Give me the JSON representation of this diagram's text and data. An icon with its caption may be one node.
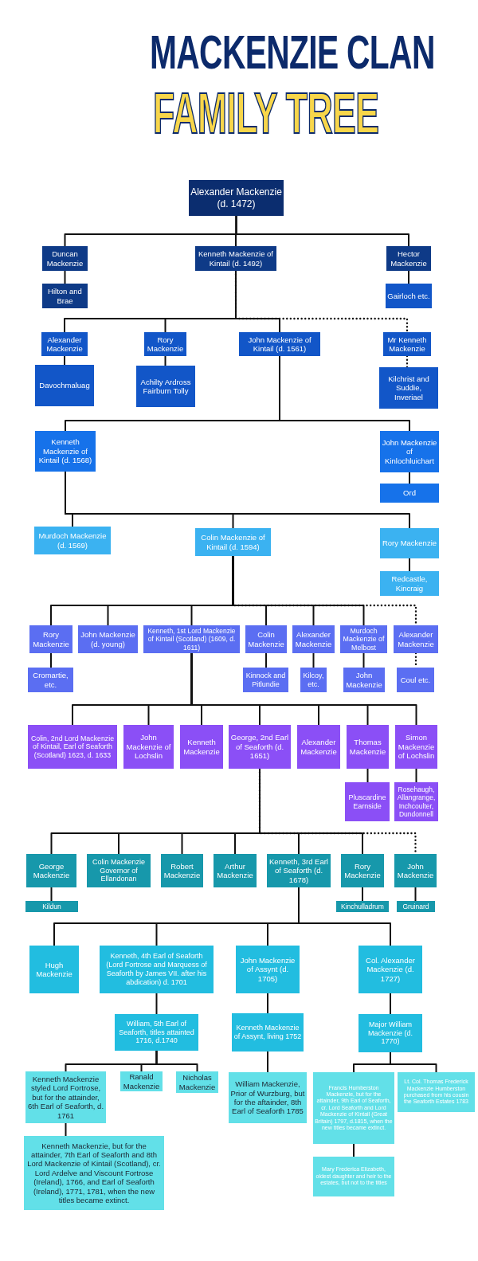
{
  "diagram": {
    "title": "MACKENZIE CLAN",
    "nodes": [
      {
        "text": [
          "Alexander Mackenzie (d. 1472)"
        ]
      },
      {
        "text": [
          "Duncan Mackenzie"
        ]
      },
      {
        "text": [
          "Hilton and Brae"
        ]
      },
      {
        "text": [
          "Kenneth Mackenzie of Kintail (d. 1492)"
        ]
      },
      {
        "text": [
          "Hector Mackenzie"
        ]
      },
      {
        "text": [
          "Gairloch etc."
        ]
      },
      {
        "text": [
          "Alexander Mackenzie"
        ]
      },
      {
        "text": [
          "Davochmaluag"
        ]
      },
      {
        "text": [
          "Rory Mackenzie"
        ]
      },
      {
        "text": [
          "Achilty Ardross Fairburn Tolly"
        ]
      },
      {
        "text": [
          "John Mackenzie of Kintail (d. 1561)"
        ]
      },
      {
        "text": [
          "Mr Kenneth Mackenzie"
        ]
      },
      {
        "text": [
          "Kilchrist and Suddie, Inveriael"
        ]
      },
      {
        "text": [
          "Kenneth Mackenzie of Kintail (d. 1568)"
        ]
      },
      {
        "text": [
          "John Mackenzie of Kinlochluichart"
        ]
      },
      {
        "text": [
          "Ord"
        ]
      },
      {
        "text": [
          "Murdoch Mackenzie (d. 1569)"
        ]
      },
      {
        "text": [
          "Colin Mackenzie of Kintail (d. 1594)"
        ]
      },
      {
        "text": [
          "Rory Mackenzie"
        ]
      },
      {
        "text": [
          "Redcastle, Kincraig"
        ]
      },
      {
        "text": [
          "Rory Mackenzie"
        ]
      },
      {
        "text": [
          "John Mackenzie (d. young)"
        ]
      },
      {
        "text": [
          "Kenneth, 1st Lord Mackenzie of Kintail (Scotland) (1609, d. 1611)"
        ]
      },
      {
        "text": [
          "Colin Mackenzie"
        ]
      },
      {
        "text": [
          "Alexander Mackenzie"
        ]
      },
      {
        "text": [
          "Murdoch Mackenzie of Melbost"
        ]
      },
      {
        "text": [
          "Alexander Mackenzie"
        ]
      },
      {
        "text": [
          "Cromartie, etc."
        ]
      },
      {
        "text": [
          "Kinnock and Pitlundie"
        ]
      },
      {
        "text": [
          "Kilcoy, etc."
        ]
      },
      {
        "text": [
          "John Mackenzie"
        ]
      },
      {
        "text": [
          "Coul etc."
        ]
      },
      {
        "text": [
          "Colin, 2nd Lord Mackenzie of Kintail, Earl of Seaforth (Scotland) 1623, d. 1633"
        ]
      },
      {
        "text": [
          "John Mackenzie of Lochslin"
        ]
      },
      {
        "text": [
          "Kenneth Mackenzie"
        ]
      },
      {
        "text": [
          "George, 2nd Earl of Seaforth (d. 1651)"
        ]
      },
      {
        "text": [
          "Alexander Mackenzie"
        ]
      },
      {
        "text": [
          "Thomas Mackenzie"
        ]
      },
      {
        "text": [
          "Simon Mackenzie of Lochslin"
        ]
      },
      {
        "text": [
          "Pluscardine Earnside"
        ]
      },
      {
        "text": [
          "Rosehaugh, Allangrange, Inchcoulter, Dundonnell"
        ]
      },
      {
        "text": [
          "George Mackenzie"
        ]
      },
      {
        "text": [
          "Colin Mackenzie Governor of Ellandonan"
        ]
      },
      {
        "text": [
          "Robert Mackenzie"
        ]
      },
      {
        "text": [
          "Arthur Mackenzie"
        ]
      },
      {
        "text": [
          "Kenneth, 3rd Earl of Seaforth (d. 1678)"
        ]
      },
      {
        "text": [
          "Rory Mackenzie"
        ]
      },
      {
        "text": [
          "John Mackenzie"
        ]
      },
      {
        "text": [
          "Kildun"
        ]
      },
      {
        "text": [
          "Kinchulladrum"
        ]
      },
      {
        "text": [
          "Gruinard"
        ]
      },
      {
        "text": [
          "Hugh Mackenzie"
        ]
      },
      {
        "text": [
          "Kenneth, 4th Earl of Seaforth (Lord Fortrose and Marquess of Seaforth by James VII. after his abdication) d. 1701"
        ]
      },
      {
        "text": [
          "John Mackenzie of Assynt (d. 1705)"
        ]
      },
      {
        "text": [
          "Col. Alexander Mackenzie (d. 1727)"
        ]
      },
      {
        "text": [
          "William, 5th Earl of Seaforth, titles attainted 1716, d.1740"
        ]
      },
      {
        "text": [
          "Kenneth Mackenzie of Assynt, living 1752"
        ]
      },
      {
        "text": [
          "Major William Mackenzie (d. 1770)"
        ]
      },
      {
        "text": [
          "Kenneth Mackenzie styled Lord Fortrose, but for the attainder, 6th Earl of Seaforth, d. 1761"
        ]
      },
      {
        "text": [
          "Ranald Mackenzie"
        ]
      },
      {
        "text": [
          "Nicholas Mackenzie"
        ]
      },
      {
        "text": [
          "William Mackenzie, Prior of Wurzburg, but for the aftainder, 8th Earl of Seaforth 1785"
        ]
      },
      {
        "text": [
          "Francis Humberston Mackenzie, but for the attainder, 9th Earl of Seaforth, cr. Lord Seaforth and Lord Mackenzie of Kintail (Great Britain) 1797, d.1815, when the new titles became extinct."
        ]
      },
      {
        "text": [
          "Lt. Col. Thomas Frederick Mackenzie Humberston purchased from his cousin the Seaforth Estates 1783"
        ]
      },
      {
        "text": [
          "Mary Frederica Elizabeth, oldest daughter and heir to the estates, but not to the titles"
        ]
      },
      {
        "text": [
          "Kenneth Mackenzie, but for the attainder, 7th Earl of Seaforth and 8th Lord Mackenzie of Kintail (Scotland), cr. Lord Ardelve and Viscount Fortrose (Ireland), 1766, and Earl of Seaforth (Ireland), 1771, 1781, when the new titles became extinct."
        ]
      }
    ],
    "edges": [
      {
        "from": 0,
        "to": 1,
        "arrow": "none"
      },
      {
        "from": 0,
        "to": 3,
        "arrow": "none"
      },
      {
        "from": 0,
        "to": 4,
        "arrow": "none"
      },
      {
        "from": 1,
        "to": 2,
        "arrow": "none"
      },
      {
        "from": 4,
        "to": 5,
        "arrow": "none"
      },
      {
        "from": 3,
        "to": 6,
        "arrow": "none"
      },
      {
        "from": 3,
        "to": 8,
        "arrow": "none"
      },
      {
        "from": 3,
        "to": 10,
        "arrow": "none"
      },
      {
        "from": 3,
        "to": 11,
        "arrow": "none",
        "style": "dashed"
      },
      {
        "from": 6,
        "to": 7,
        "arrow": "none"
      },
      {
        "from": 8,
        "to": 9,
        "arrow": "none"
      },
      {
        "from": 11,
        "to": 12,
        "arrow": "none",
        "style": "dashed"
      },
      {
        "from": 10,
        "to": 13,
        "arrow": "none"
      },
      {
        "from": 10,
        "to": 14,
        "arrow": "none"
      },
      {
        "from": 14,
        "to": 15,
        "arrow": "none"
      },
      {
        "from": 13,
        "to": 16,
        "arrow": "none"
      },
      {
        "from": 13,
        "to": 17,
        "arrow": "none"
      },
      {
        "from": 13,
        "to": 18,
        "arrow": "none"
      },
      {
        "from": 18,
        "to": 19,
        "arrow": "none"
      },
      {
        "from": 17,
        "to": 20,
        "arrow": "none"
      },
      {
        "from": 17,
        "to": 21,
        "arrow": "none"
      },
      {
        "from": 17,
        "to": 22,
        "arrow": "none"
      },
      {
        "from": 17,
        "to": 23,
        "arrow": "none"
      },
      {
        "from": 17,
        "to": 24,
        "arrow": "none"
      },
      {
        "from": 17,
        "to": 25,
        "arrow": "none"
      },
      {
        "from": 17,
        "to": 26,
        "arrow": "none",
        "style": "dashed"
      },
      {
        "from": 20,
        "to": 27,
        "arrow": "none"
      },
      {
        "from": 23,
        "to": 28,
        "arrow": "none"
      },
      {
        "from": 24,
        "to": 29,
        "arrow": "none"
      },
      {
        "from": 25,
        "to": 30,
        "arrow": "none"
      },
      {
        "from": 26,
        "to": 31,
        "arrow": "none",
        "style": "dashed"
      },
      {
        "from": 22,
        "to": 32,
        "arrow": "none"
      },
      {
        "from": 22,
        "to": 33,
        "arrow": "none"
      },
      {
        "from": 22,
        "to": 34,
        "arrow": "none"
      },
      {
        "from": 22,
        "to": 35,
        "arrow": "none"
      },
      {
        "from": 22,
        "to": 36,
        "arrow": "none"
      },
      {
        "from": 22,
        "to": 37,
        "arrow": "none"
      },
      {
        "from": 22,
        "to": 38,
        "arrow": "none"
      },
      {
        "from": 37,
        "to": 39,
        "arrow": "none"
      },
      {
        "from": 38,
        "to": 40,
        "arrow": "none"
      },
      {
        "from": 35,
        "to": 41,
        "arrow": "none"
      },
      {
        "from": 35,
        "to": 42,
        "arrow": "none"
      },
      {
        "from": 35,
        "to": 43,
        "arrow": "none"
      },
      {
        "from": 35,
        "to": 44,
        "arrow": "none"
      },
      {
        "from": 35,
        "to": 45,
        "arrow": "none"
      },
      {
        "from": 35,
        "to": 46,
        "arrow": "none"
      },
      {
        "from": 35,
        "to": 47,
        "arrow": "none",
        "style": "dashed"
      },
      {
        "from": 41,
        "to": 48,
        "arrow": "none"
      },
      {
        "from": 46,
        "to": 49,
        "arrow": "none"
      },
      {
        "from": 47,
        "to": 50,
        "arrow": "none"
      },
      {
        "from": 45,
        "to": 51,
        "arrow": "none"
      },
      {
        "from": 45,
        "to": 52,
        "arrow": "none"
      },
      {
        "from": 45,
        "to": 53,
        "arrow": "none"
      },
      {
        "from": 45,
        "to": 54,
        "arrow": "none"
      },
      {
        "from": 52,
        "to": 55,
        "arrow": "none"
      },
      {
        "from": 53,
        "to": 56,
        "arrow": "none"
      },
      {
        "from": 54,
        "to": 57,
        "arrow": "none"
      },
      {
        "from": 55,
        "to": 58,
        "arrow": "none"
      },
      {
        "from": 55,
        "to": 59,
        "arrow": "none"
      },
      {
        "from": 55,
        "to": 60,
        "arrow": "none"
      },
      {
        "from": 56,
        "to": 61,
        "arrow": "none"
      },
      {
        "from": 57,
        "to": 62,
        "arrow": "none"
      },
      {
        "from": 57,
        "to": 63,
        "arrow": "none"
      },
      {
        "from": 58,
        "to": 65,
        "arrow": "none"
      },
      {
        "from": 62,
        "to": 64,
        "arrow": "none"
      }
    ],
    "labels": [
      "FAMILY TREE"
    ]
  }
}
